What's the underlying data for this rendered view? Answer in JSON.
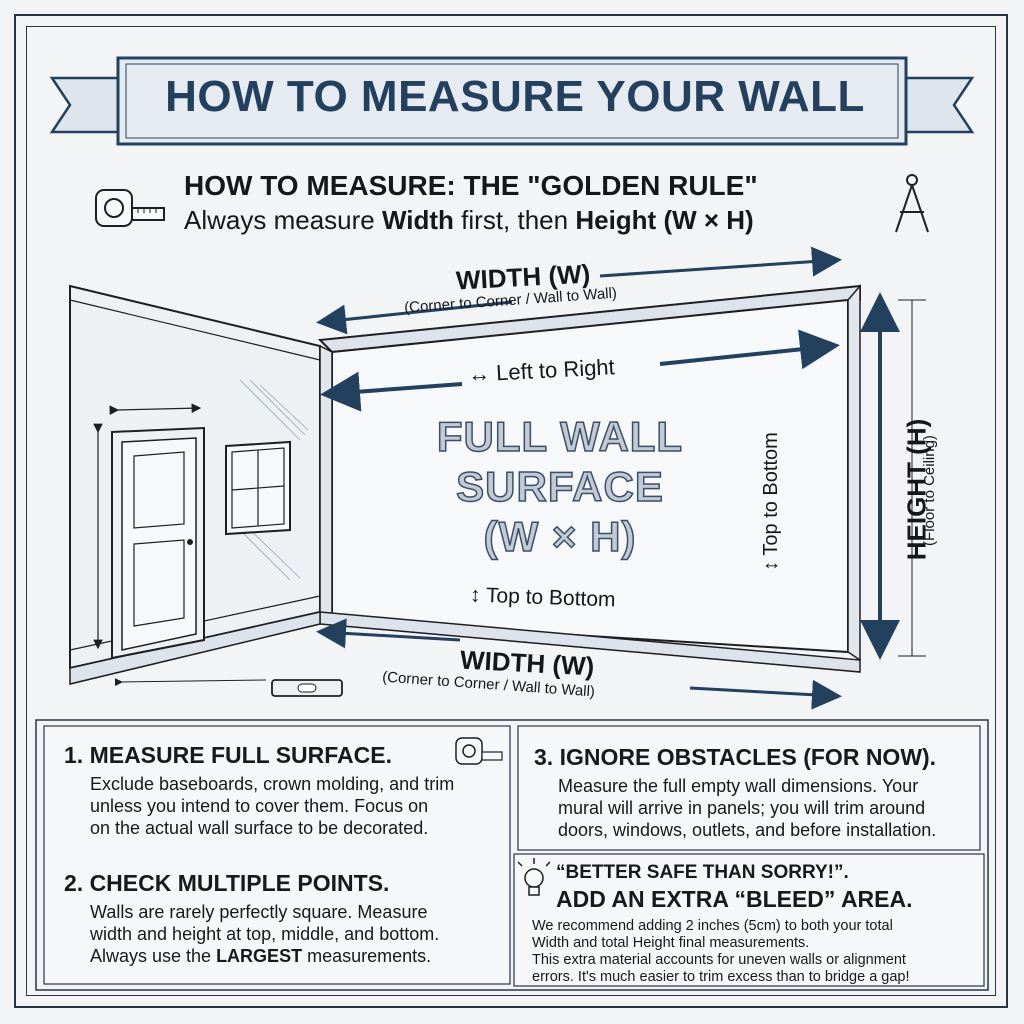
{
  "banner": {
    "title": "HOW TO MEASURE YOUR WALL"
  },
  "golden_rule": {
    "title": "HOW TO MEASURE: THE \"GOLDEN RULE\"",
    "sub_prefix": "Always measure ",
    "sub_width": "Width",
    "sub_middle": " first, then ",
    "sub_height": "Height",
    "sub_suffix": " (W × H)"
  },
  "diagram": {
    "width_top_label": "WIDTH (W)",
    "width_top_sub": "(Corner to Corner / Wall to Wall)",
    "left_to_right": "↔ Left to Right",
    "surface_line1": "FULL WALL",
    "surface_line2": "SURFACE",
    "surface_line3": "(W × H)",
    "top_to_bottom": "↕ Top to Bottom",
    "top_to_bottom_vertical": "↕ Top to Bottom",
    "height_label": "HEIGHT (H)",
    "height_sub": "(Floor to Ceiling)",
    "width_bottom_label": "WIDTH (W)",
    "width_bottom_sub": "(Corner to Corner / Wall to Wall)"
  },
  "steps": {
    "step1_title": "1. MEASURE FULL SURFACE.",
    "step1_line1": "Exclude baseboards, crown molding, and trim",
    "step1_line2": "unless you intend to cover them. Focus on",
    "step1_line3": "on the actual wall surface to be decorated.",
    "step2_title": "2. CHECK MULTIPLE POINTS.",
    "step2_line1": "Walls are rarely perfectly square. Measure",
    "step2_line2": "width and height at top, middle, and bottom.",
    "step2_line3_prefix": "Always use the ",
    "step2_line3_bold": "LARGEST",
    "step2_line3_suffix": " measurements.",
    "step3_title": "3. IGNORE OBSTACLES (FOR NOW).",
    "step3_line1": "Measure the full empty wall dimensions. Your",
    "step3_line2": "mural will arrive in panels; you will trim around",
    "step3_line3": "doors, windows, outlets, and before installation."
  },
  "tip": {
    "quote": "“BETTER SAFE THAN SORRY!”.",
    "title": "ADD AN EXTRA “BLEED” AREA.",
    "line1": "We recommend adding 2 inches (5cm) to both your total",
    "line2": "Width and total Height final measurements.",
    "line3": "This extra material accounts for uneven walls or alignment",
    "line4": "errors. It's much easier to trim excess than to bridge a gap!"
  },
  "colors": {
    "navy": "#23405f",
    "ink": "#1d1f22",
    "paper": "#f2f4f6",
    "banner_fill": "#e6ebf1"
  },
  "icons": [
    "tape-measure-icon",
    "drafting-compass-icon",
    "lightbulb-icon",
    "spirit-level-icon"
  ]
}
